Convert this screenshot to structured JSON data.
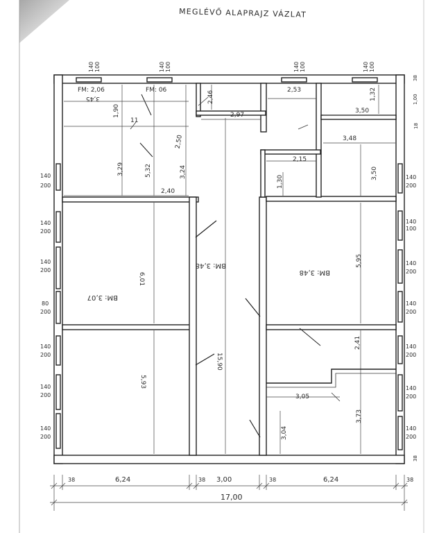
{
  "title": "MEGLÉVŐ ALAPRAJZ VÁZLAT",
  "colors": {
    "ink": "#1e1e1e",
    "paper": "#ffffff",
    "scan_corner": "#9a9a9a"
  },
  "windows": {
    "top": [
      {
        "width": "140",
        "height": "100"
      },
      {
        "width": "140",
        "height": "100"
      },
      {
        "width": "140",
        "height": "100"
      },
      {
        "width": "140",
        "height": "100"
      }
    ],
    "left": [
      {
        "width": "140",
        "height": "200"
      },
      {
        "width": "140",
        "height": "200"
      },
      {
        "width": "140",
        "height": "200"
      },
      {
        "width": "80",
        "height": "200"
      },
      {
        "width": "140",
        "height": "200"
      },
      {
        "width": "140",
        "height": "200"
      },
      {
        "width": "140",
        "height": "200"
      }
    ],
    "right": [
      {
        "width": "140",
        "height": "200"
      },
      {
        "width": "140",
        "height": "100"
      },
      {
        "width": "140",
        "height": "200"
      },
      {
        "width": "140",
        "height": "200"
      },
      {
        "width": "140",
        "height": "200"
      },
      {
        "width": "140",
        "height": "200"
      },
      {
        "width": "140",
        "height": "200"
      }
    ]
  },
  "labels": {
    "fm_left": "FM: 2,06",
    "fm_right": "FM: 06",
    "d_345": "3,45",
    "d_190": "1,90",
    "d_11": "11",
    "d_329": "3,29",
    "d_532": "5,32",
    "d_324": "3,24",
    "d_240": "2,40",
    "d_250": "2,50",
    "d_246": "2,46",
    "d_297": "2,97",
    "d_253": "2,53",
    "d_132": "1,32",
    "d_350_top": "3,50",
    "d_348": "3,48",
    "d_215": "2,15",
    "d_130": "1,30",
    "d_350_side": "3,50",
    "d_601": "6,01",
    "bm_left": "BM: 3,07",
    "bm_corridor": "BM: 3,48",
    "bm_right": "BM: 3,48",
    "d_595": "5,95",
    "d_593": "5,93",
    "d_1590": "15,90",
    "d_241": "2,41",
    "d_305": "3,05",
    "d_304": "3,04",
    "d_373": "3,73",
    "d_38_right_top": "38",
    "d_38_right_bottom": "38",
    "d_100_right": "1,00",
    "d_18_right": "18"
  },
  "bottom_dims": {
    "row1": [
      "38",
      "6,24",
      "38",
      "3,00",
      "38",
      "6,24",
      "38"
    ],
    "total": "17,00"
  }
}
